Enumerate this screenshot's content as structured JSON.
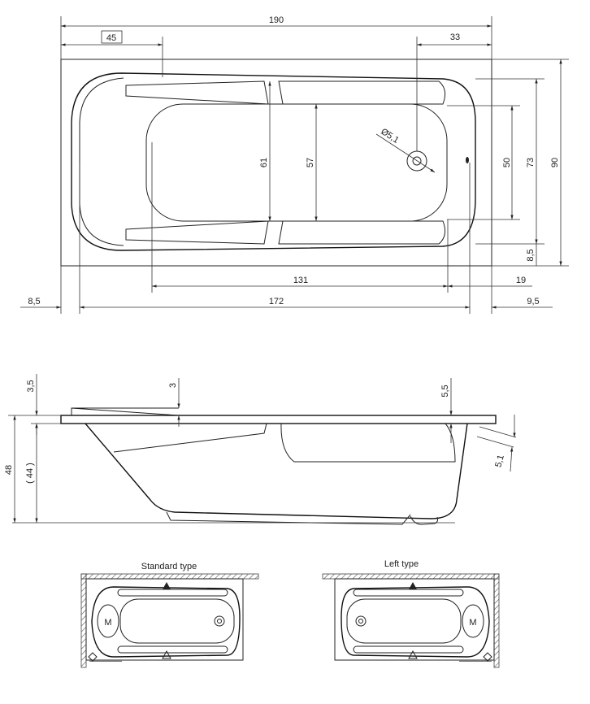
{
  "top_view": {
    "dims": {
      "length_total": "190",
      "backrest": "45",
      "drain_offset": "33",
      "width_inner_max": "61",
      "width_inner": "57",
      "width_bottom": "50",
      "width_rim": "73",
      "width_total": "90",
      "rim_bottom": "8,5",
      "bottom_length": "131",
      "bottom_right_offset": "19",
      "left_offset": "8,5",
      "inner_length": "172",
      "right_offset": "9,5",
      "drain_diameter": "Ø5,1"
    }
  },
  "side_view": {
    "dims": {
      "rim_thickness": "3,5",
      "backrest_height": "3",
      "right_rim": "5,5",
      "overflow": "5,1",
      "total_height": "48",
      "depth": "( 44 )"
    }
  },
  "variants": [
    {
      "label": "Standard type",
      "motor_label": "M"
    },
    {
      "label": "Left type",
      "motor_label": "M"
    }
  ],
  "colors": {
    "line": "#222222",
    "background": "#ffffff"
  }
}
